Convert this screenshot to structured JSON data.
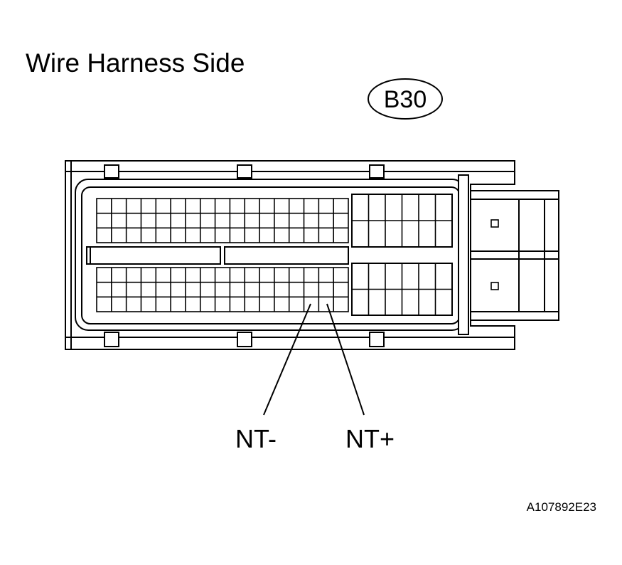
{
  "title": "Wire Harness Side",
  "connector_id": "B30",
  "terminals": {
    "nt_minus": "NT-",
    "nt_plus": "NT+"
  },
  "reference_code": "A107892E23"
}
